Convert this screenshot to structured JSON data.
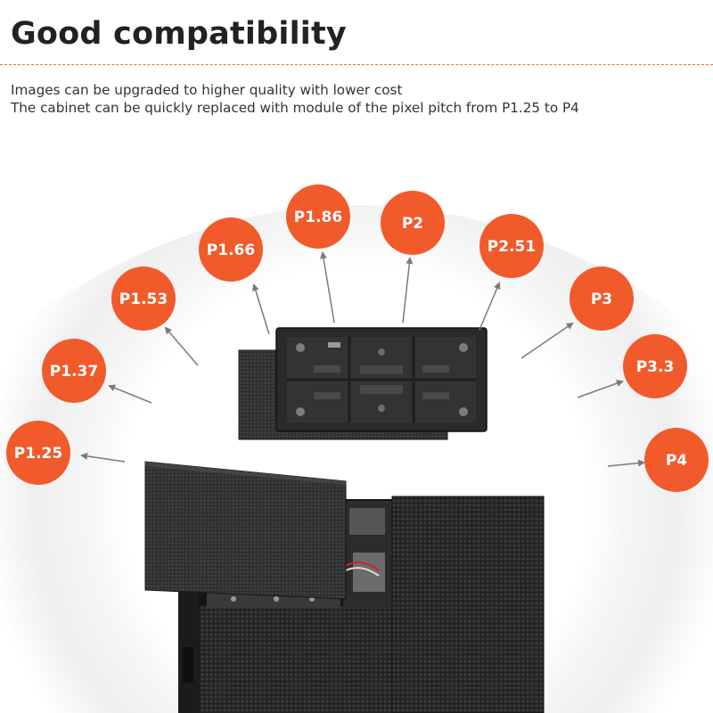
{
  "heading": {
    "title": "Good compatibility"
  },
  "description": {
    "line1": "Images can be upgraded to higher quality with lower cost",
    "line2": "The cabinet can be quickly replaced with module of the pixel pitch from P1.25 to P4"
  },
  "pitches": [
    {
      "id": "p125",
      "label": "P1.25"
    },
    {
      "id": "p137",
      "label": "P1.37"
    },
    {
      "id": "p153",
      "label": "P1.53"
    },
    {
      "id": "p166",
      "label": "P1.66"
    },
    {
      "id": "p186",
      "label": "P1.86"
    },
    {
      "id": "p2",
      "label": "P2"
    },
    {
      "id": "p251",
      "label": "P2.51"
    },
    {
      "id": "p3",
      "label": "P3"
    },
    {
      "id": "p33",
      "label": "P3.3"
    },
    {
      "id": "p4",
      "label": "P4"
    }
  ],
  "colors": {
    "accent": "#f15a2b",
    "arrow": "#7a7a7a",
    "panel_dark": "#2b2b2b",
    "arc_glow": "#efefef"
  }
}
